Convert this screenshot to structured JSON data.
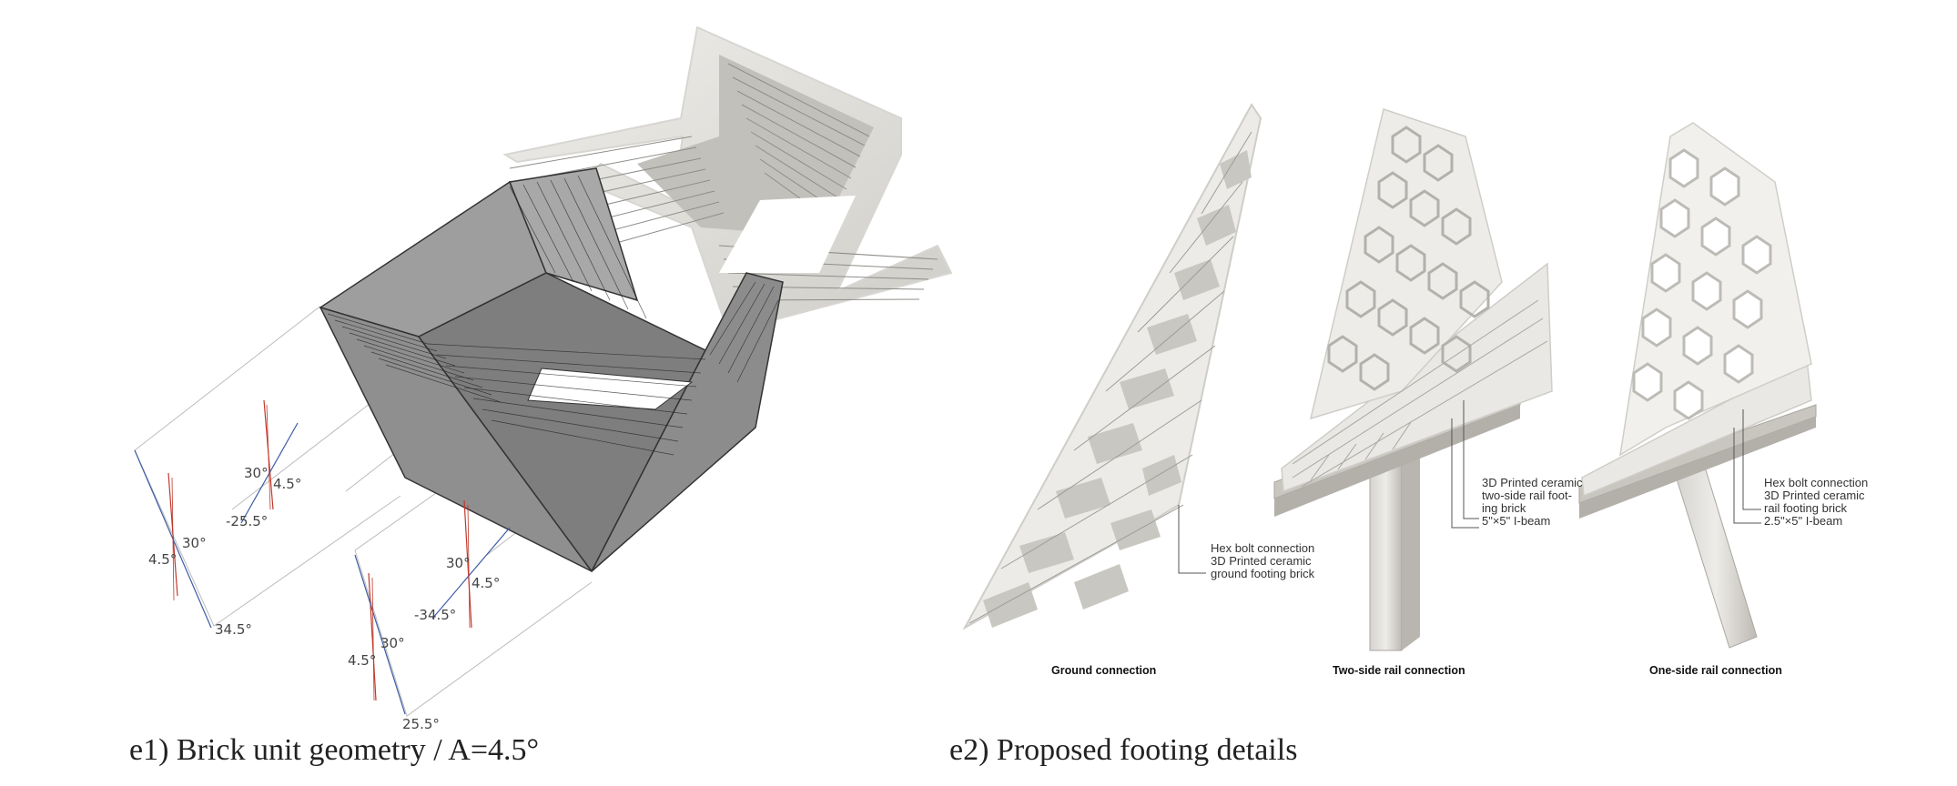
{
  "captions": {
    "e1": "e1) Brick unit geometry / A=4.5°",
    "e2": "e2) Proposed footing details"
  },
  "angles": {
    "a1": "30°",
    "a2": "4.5°",
    "a3": "-25.5°",
    "a4": "4.5°",
    "a5": "30°",
    "a6": "34.5°",
    "a7": "30°",
    "a8": "4.5°",
    "a9": "-34.5°",
    "a10": "4.5°",
    "a11": "30°",
    "a12": "25.5°"
  },
  "details": {
    "ground": {
      "label": "Ground connection",
      "notes": [
        "Hex bolt connection",
        "3D Printed ceramic",
        "ground footing brick"
      ]
    },
    "two_side": {
      "label": "Two-side rail connection",
      "notes": [
        "3D Printed ceramic",
        "two-side rail foot-",
        "ing brick",
        "5\"×5\" I-beam"
      ]
    },
    "one_side": {
      "label": "One-side rail connection",
      "notes": [
        "Hex bolt connection",
        "3D Printed ceramic",
        "rail footing brick",
        "2.5\"×5\" I-beam"
      ]
    }
  }
}
